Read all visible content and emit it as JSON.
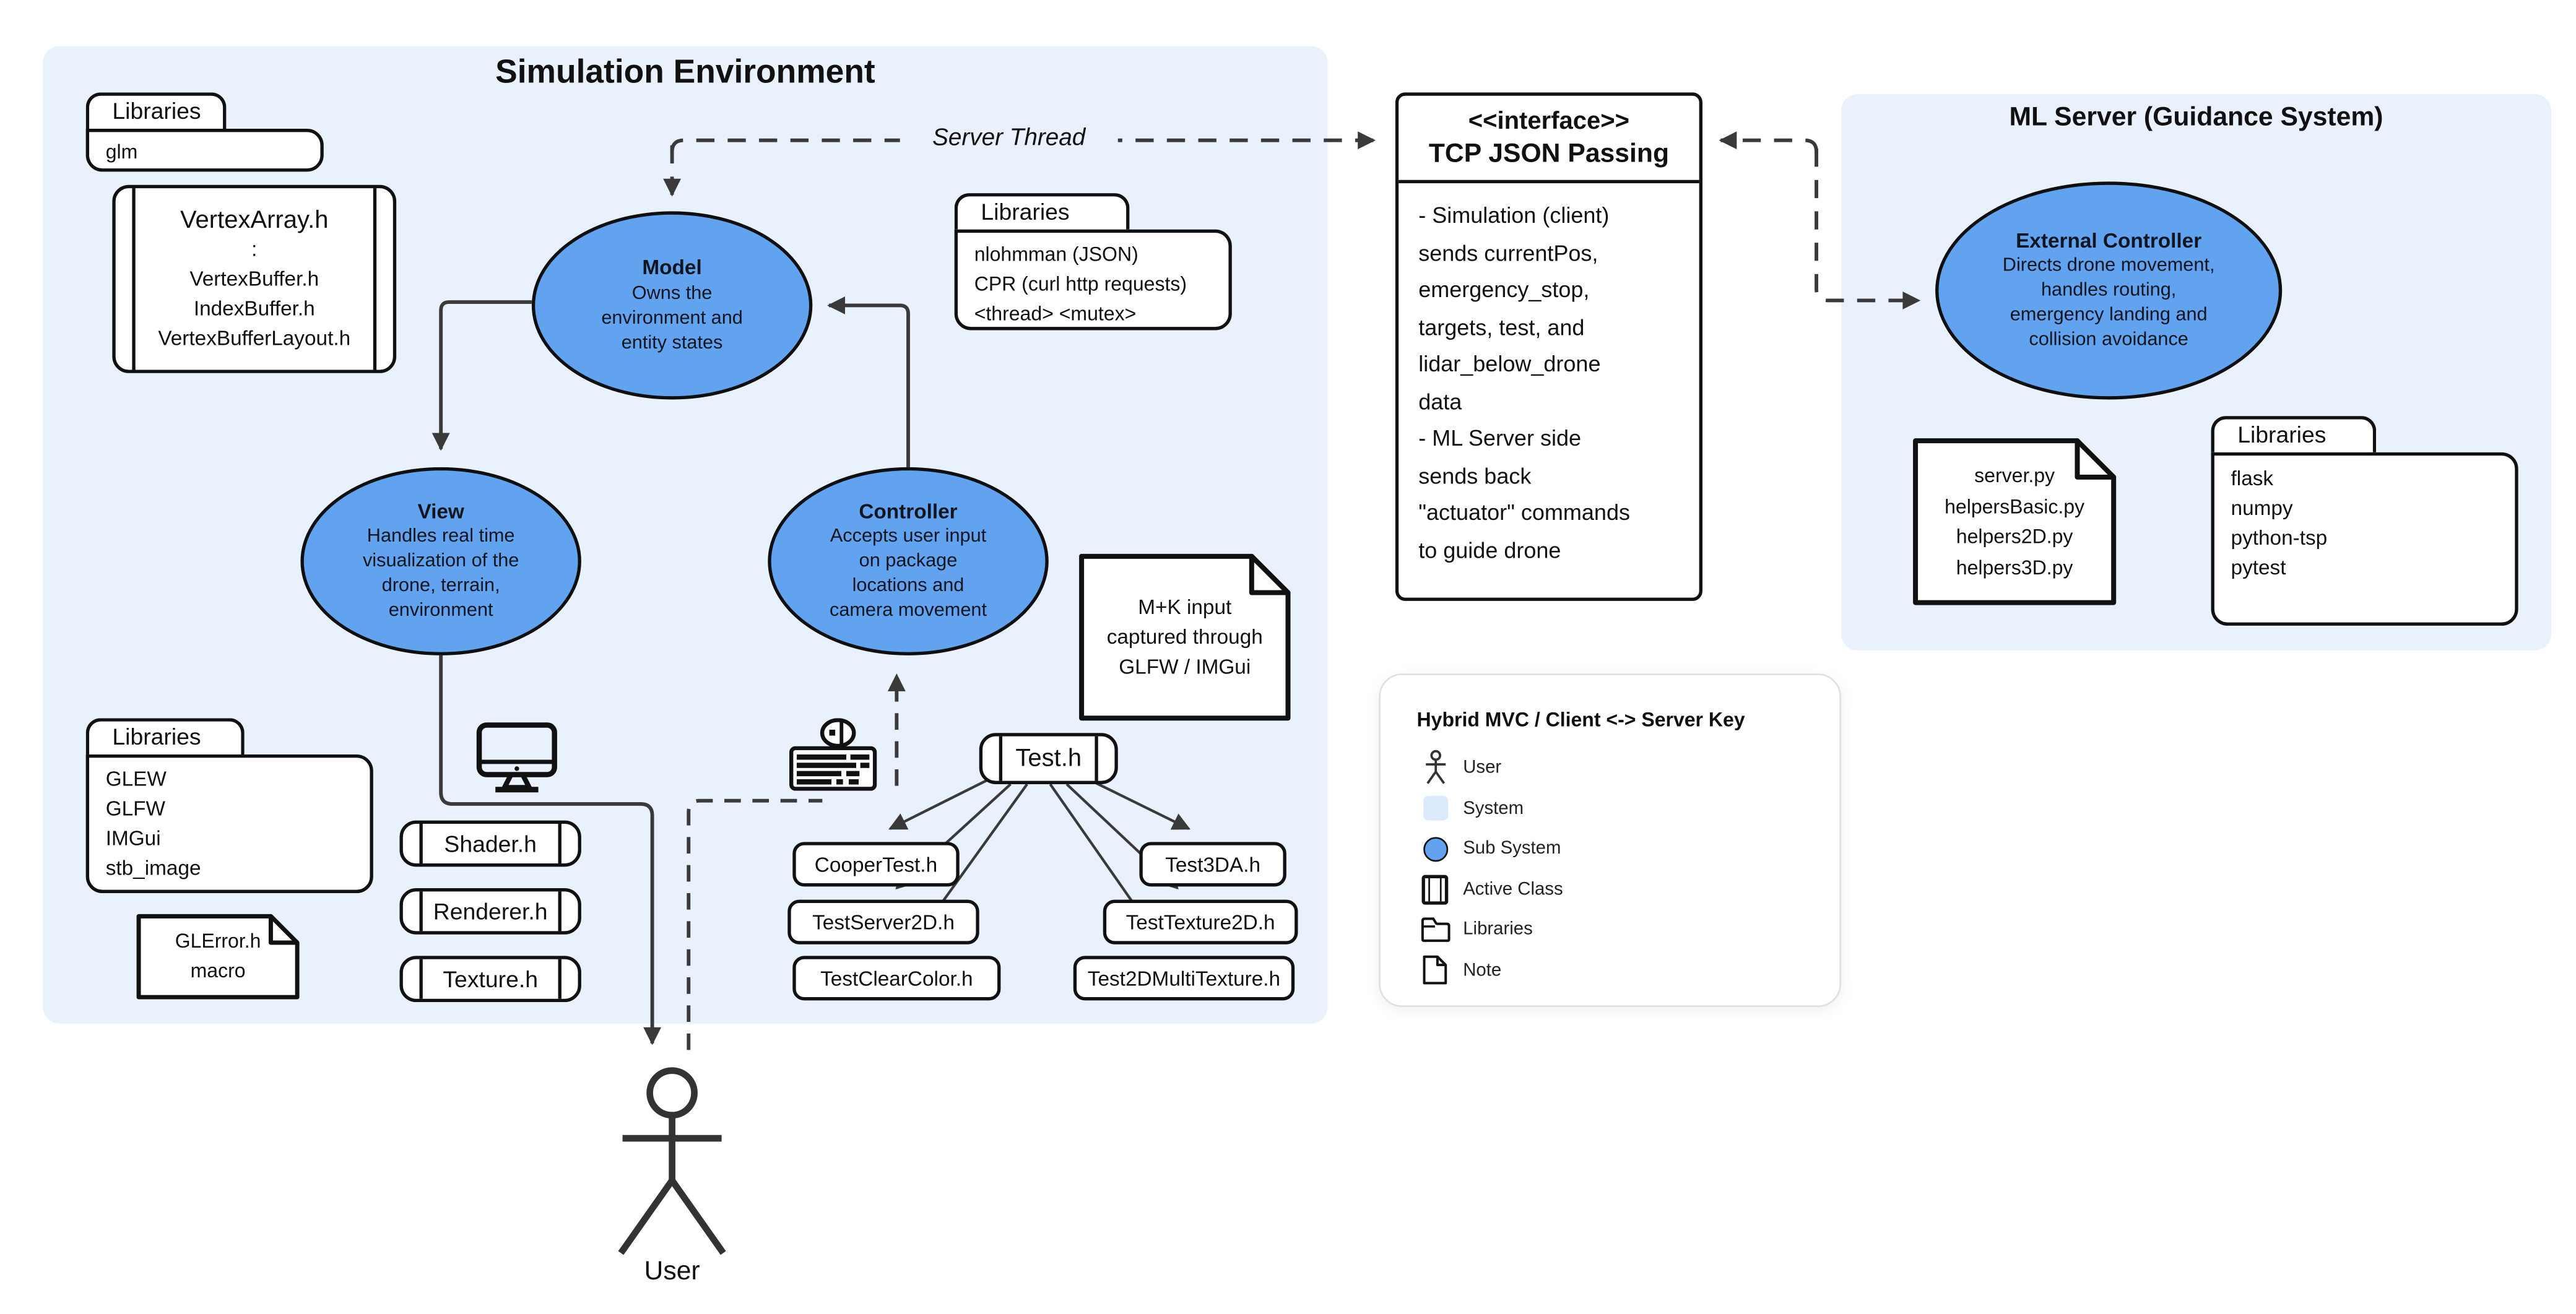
{
  "colors": {
    "system_bg": "#e9f1fd",
    "subsystem_fill": "#62a3f0",
    "stroke": "#111111",
    "wire": "#3a3a3a"
  },
  "sim_env": {
    "title": "Simulation Environment",
    "server_thread_label": "Server Thread",
    "libraries_glm": {
      "title": "Libraries",
      "items": [
        "glm"
      ]
    },
    "vertex_array": {
      "title": "VertexArray.h",
      "lines": [
        ":",
        "VertexBuffer.h",
        "IndexBuffer.h",
        "VertexBufferLayout.h"
      ]
    },
    "model": {
      "title": "Model",
      "desc": "Owns the\nenvironment and\nentity states"
    },
    "libraries_net": {
      "title": "Libraries",
      "items": [
        "nlohmman (JSON)",
        "CPR (curl http requests)",
        "<thread> <mutex>"
      ]
    },
    "view": {
      "title": "View",
      "desc": "Handles real time\nvisualization of the\ndrone, terrain,\nenvironment"
    },
    "controller": {
      "title": "Controller",
      "desc": "Accepts user input\non package\nlocations and\ncamera movement"
    },
    "mk_note": "M+K input\ncaptured through\nGLFW / IMGui",
    "test_h": "Test.h",
    "tests_left": [
      "CooperTest.h",
      "TestServer2D.h",
      "TestClearColor.h"
    ],
    "tests_right": [
      "Test3DA.h",
      "TestTexture2D.h",
      "Test2DMultiTexture.h"
    ],
    "libraries_gl": {
      "title": "Libraries",
      "items": [
        "GLEW",
        "GLFW",
        "IMGui",
        "stb_image"
      ]
    },
    "glerror_note": "GLError.h\nmacro",
    "class_boxes": [
      "Shader.h",
      "Renderer.h",
      "Texture.h"
    ],
    "user_label": "User"
  },
  "interface": {
    "stereotype": "<<interface>>",
    "title": "TCP JSON Passing",
    "body": "- Simulation (client)\nsends currentPos,\nemergency_stop,\ntargets, test, and\nlidar_below_drone\ndata\n- ML Server side\nsends back\n\"actuator\" commands\nto guide drone"
  },
  "ml_server": {
    "title": "ML Server (Guidance System)",
    "external_controller": {
      "title": "External Controller",
      "desc": "Directs drone movement,\nhandles routing,\nemergency landing and\ncollision avoidance"
    },
    "server_note": [
      "server.py",
      "helpersBasic.py",
      "helpers2D.py",
      "helpers3D.py"
    ],
    "libraries": {
      "title": "Libraries",
      "items": [
        "flask",
        "numpy",
        "python-tsp",
        "pytest"
      ]
    }
  },
  "legend": {
    "title": "Hybrid MVC / Client <-> Server Key",
    "items": [
      {
        "icon": "user-icon",
        "label": "User"
      },
      {
        "icon": "system-swatch",
        "label": "System"
      },
      {
        "icon": "subsystem-swatch",
        "label": "Sub System"
      },
      {
        "icon": "active-class-icon",
        "label": "Active Class"
      },
      {
        "icon": "libraries-icon",
        "label": "Libraries"
      },
      {
        "icon": "note-icon",
        "label": "Note"
      }
    ]
  }
}
